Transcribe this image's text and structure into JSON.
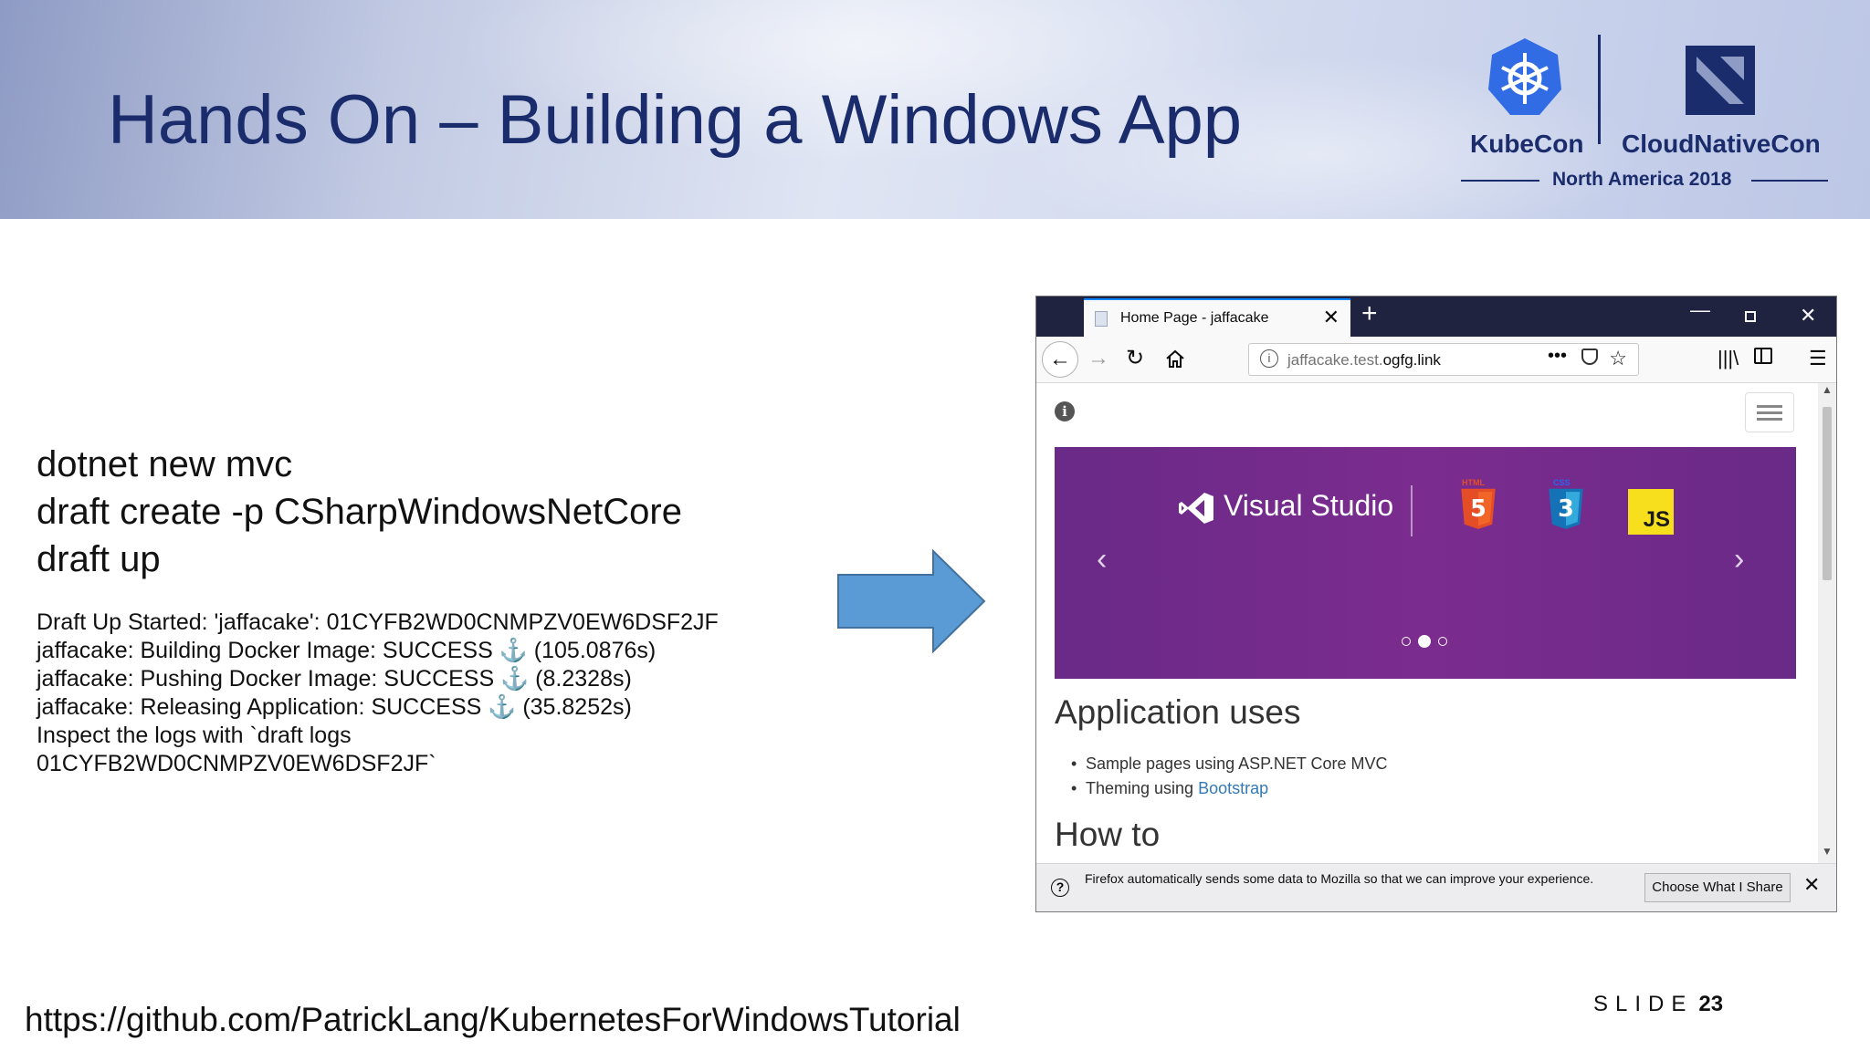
{
  "slide": {
    "title": "Hands On – Building a Windows App",
    "logo_kubecon": "KubeCon",
    "logo_cncf": "CloudNativeCon",
    "logo_event": "North America 2018",
    "commands": [
      "dotnet new mvc",
      "draft create -p CSharpWindowsNetCore",
      "draft up"
    ],
    "output": [
      "Draft Up Started: 'jaffacake': 01CYFB2WD0CNMPZV0EW6DSF2JF",
      "jaffacake: Building Docker Image: SUCCESS ⚓  (105.0876s)",
      "jaffacake: Pushing Docker Image: SUCCESS ⚓  (8.2328s)",
      "jaffacake: Releasing Application: SUCCESS ⚓  (35.8252s)",
      "Inspect the logs with `draft logs",
      "01CYFB2WD0CNMPZV0EW6DSF2JF`"
    ],
    "repo_link": "https://github.com/PatrickLang/KubernetesForWindowsTutorial",
    "slide_label": "SLIDE",
    "slide_number": "23"
  },
  "browser": {
    "tab_title": "Home Page - jaffacake",
    "tab_close": "✕",
    "new_tab": "+",
    "window_min": "—",
    "window_close": "✕",
    "url_prefix": "jaffacake.test.",
    "url_domain": "ogfg.link",
    "page_actions": "•••",
    "page": {
      "carousel_brand": "Visual Studio",
      "badge_html": "HTML",
      "badge_css": "CSS",
      "badge_js": "JS",
      "carousel_prev": "‹",
      "carousel_next": "›",
      "section_title": "Application uses",
      "uses_item_1": "Sample pages using ASP.NET Core MVC",
      "uses_item_2_prefix": "Theming using ",
      "uses_item_2_link": "Bootstrap",
      "howto_title": "How to"
    },
    "notification": {
      "message": "Firefox automatically sends some data to Mozilla so that we can improve your experience.",
      "button_label": "Choose What I Share",
      "close": "✕"
    }
  },
  "colors": {
    "title_blue": "#1a2c6b",
    "arrow_blue": "#5b9bd5",
    "carousel_purple": "#6a2a87",
    "link_blue": "#337ab7",
    "tabbar_dark": "#202340"
  }
}
